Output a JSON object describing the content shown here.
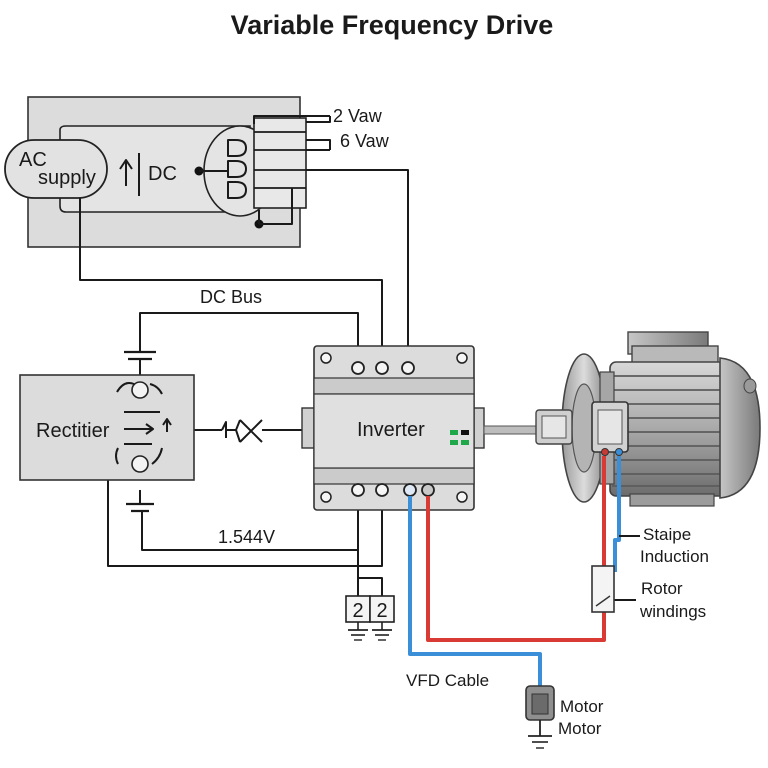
{
  "title": "Variable Frequency Drive",
  "labels": {
    "ac_supply_line1": "AC",
    "ac_supply_line2": "supply",
    "dc": "DC",
    "vaw2": "2 Vaw",
    "vaw6": "6 Vaw",
    "dc_bus": "DC Bus",
    "rectifier": "Rectitier",
    "inverter": "Inverter",
    "voltage": "1.544V",
    "staipe_line1": "Staipe",
    "staipe_line2": "Induction",
    "rotor_line1": "Rotor",
    "rotor_line2": "windings",
    "vfd_cable": "VFD Cable",
    "motor_line1": "Motor",
    "motor_line2": "Motor",
    "ground_digit_a": "2",
    "ground_digit_b": "2"
  },
  "colors": {
    "cable_blue": "#3a8fd8",
    "cable_red": "#d93a33",
    "indicator_green": "#1fa84a"
  }
}
